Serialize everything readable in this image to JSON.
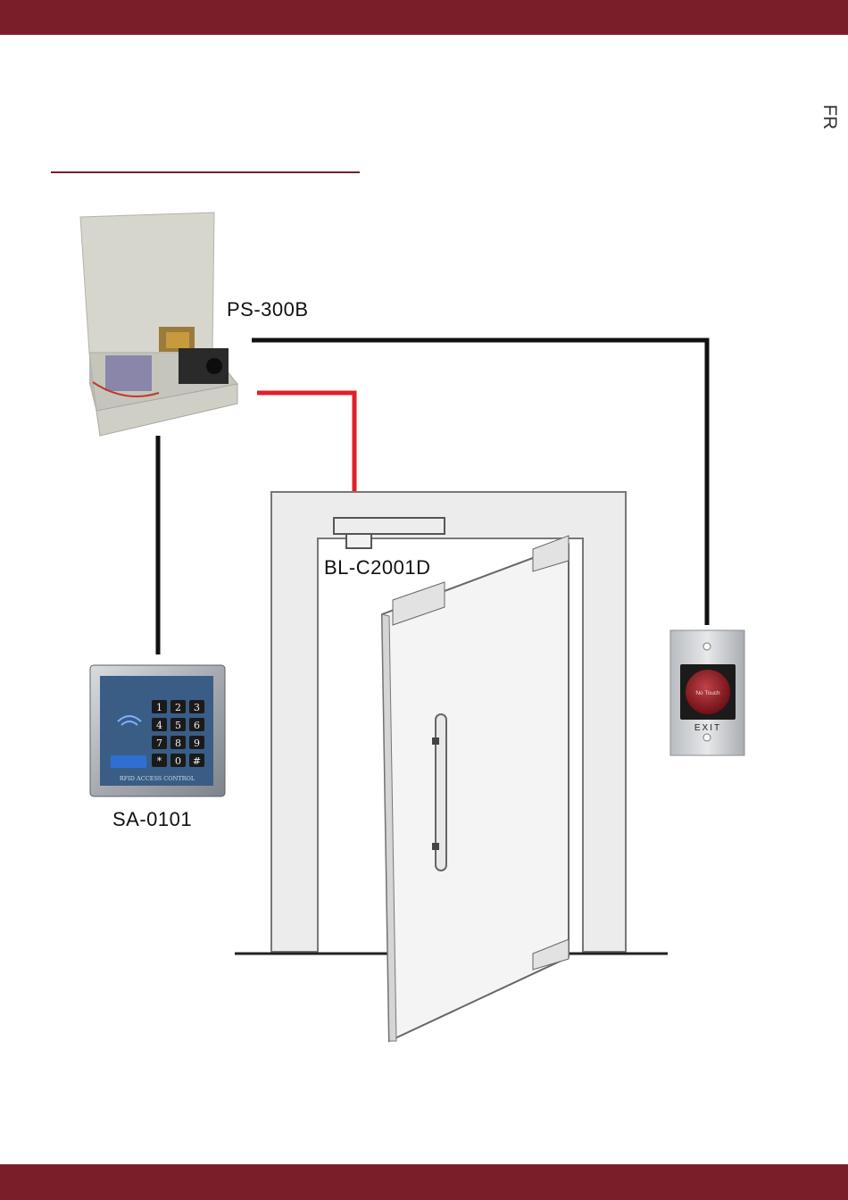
{
  "header": {
    "lang_tab": "FR"
  },
  "diagram": {
    "power_supply": {
      "label": "PS-300B"
    },
    "lock": {
      "label": "BL-C2001D"
    },
    "keypad": {
      "label": "SA-0101",
      "keys": [
        "1",
        "2",
        "3",
        "4",
        "5",
        "6",
        "7",
        "8",
        "9",
        "*",
        "0",
        "#"
      ],
      "footer": "RFID ACCESS CONTROL"
    },
    "exit_button": {
      "touch_text": "No Touch",
      "caption": "EXIT"
    }
  },
  "colors": {
    "brand": "#7a1f2a",
    "wire_red": "#e0202a",
    "wire_black": "#111111"
  }
}
